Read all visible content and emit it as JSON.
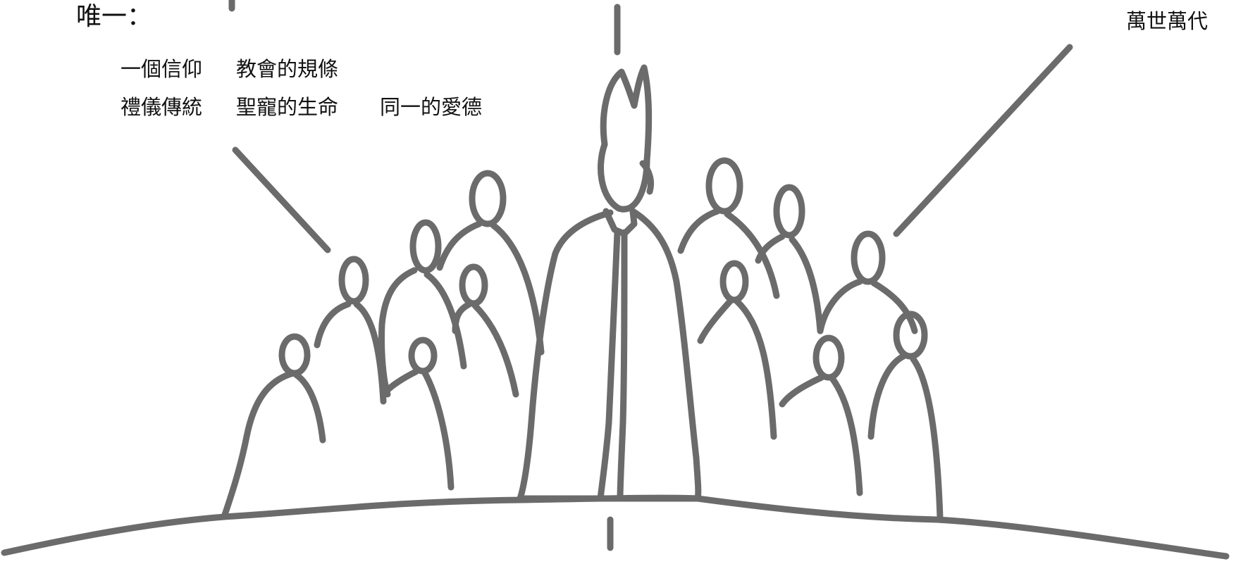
{
  "heading": "唯一：",
  "left_caption": {
    "line1": [
      "一個信仰",
      "教會的規條"
    ],
    "line2": [
      "禮儀傳統",
      "聖寵的生命",
      "同一的愛德"
    ]
  },
  "right_caption": "萬世萬代",
  "illustration": {
    "subject": "bishop-with-people",
    "stroke_color": "#6b6b6b"
  }
}
